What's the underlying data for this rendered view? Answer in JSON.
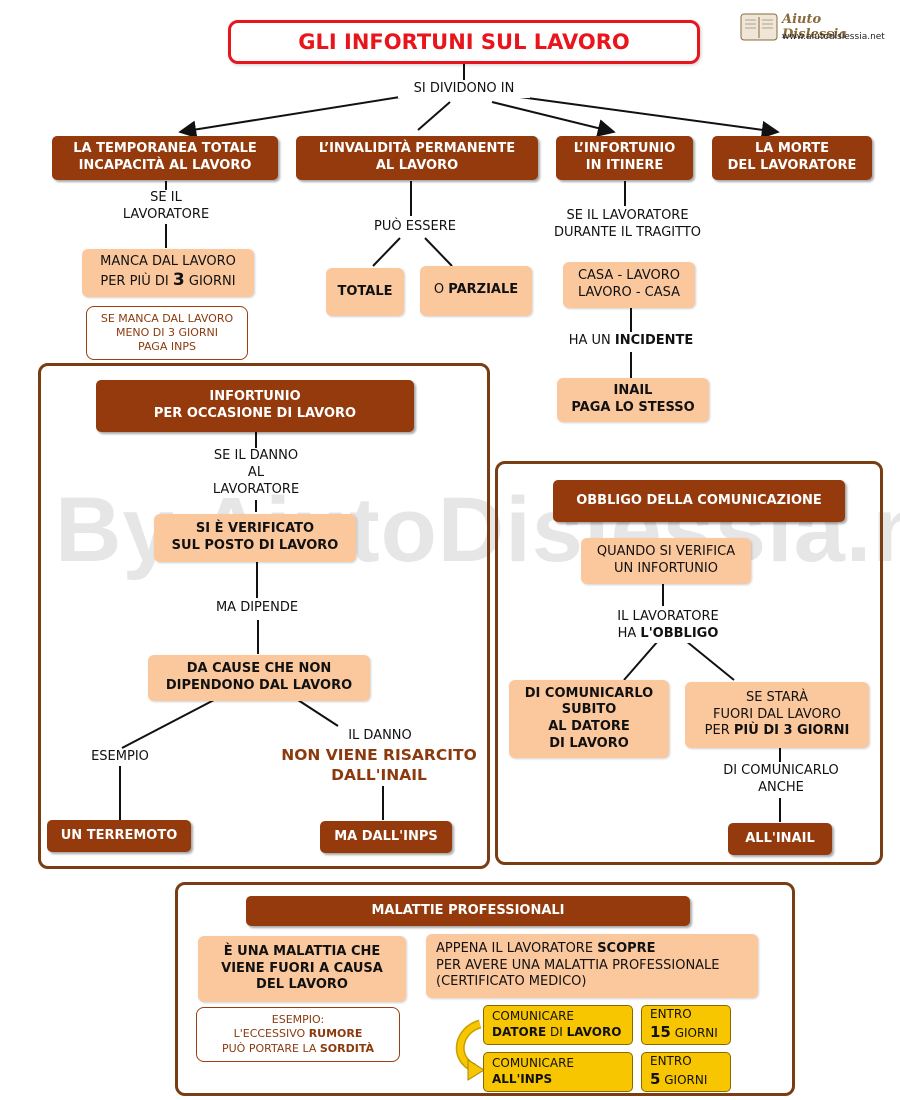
{
  "title": "GLI INFORTUNI SUL LAVORO",
  "logo": {
    "name": "Aiuto Dislessia",
    "url": "www.aiutodislessia.net",
    "icon": "book-icon"
  },
  "watermark": "By AiutoDislessia.net",
  "colors": {
    "dark": "#943a0c",
    "peach": "#fbc89e",
    "title_red": "#e8161c",
    "yellow": "#f7c600",
    "frame": "#7a3c13"
  },
  "top": {
    "divide_label": "SI DIVIDONO IN",
    "cat1": {
      "line1": "LA  TEMPORANEA TOTALE",
      "line2": "INCAPACITÀ AL LAVORO",
      "cond_line1": "SE IL",
      "cond_line2": "LAVORATORE",
      "box_line1": "MANCA DAL LAVORO",
      "box_line2_pre": "PER PIÙ DI ",
      "box_num": "3",
      "box_line2_post": " GIORNI",
      "note_line1": "SE MANCA DAL LAVORO",
      "note_line2": "MENO DI 3 GIORNI",
      "note_line3": "PAGA INPS"
    },
    "cat2": {
      "line1": "L’INVALIDITÀ PERMANENTE",
      "line2": "AL LAVORO",
      "cond": "PUÒ ESSERE",
      "opt1": "TOTALE",
      "opt2_pre": "O ",
      "opt2": "PARZIALE"
    },
    "cat3": {
      "line1": "L’INFORTUNIO",
      "line2": "IN ITINERE",
      "cond_line1": "SE IL LAVORATORE",
      "cond_line2": "DURANTE IL TRAGITTO",
      "route1": "CASA - LAVORO",
      "route2": "LAVORO - CASA",
      "event_pre": "HA UN ",
      "event": "INCIDENTE",
      "pay_line1": "INAIL",
      "pay_line2": "PAGA LO STESSO"
    },
    "cat4": {
      "line1": "LA  MORTE",
      "line2": "DEL LAVORATORE"
    }
  },
  "occasione": {
    "title_line1": "INFORTUNIO",
    "title_line2": "PER  OCCASIONE DI LAVORO",
    "cond_line1": "SE IL DANNO",
    "cond_line2": "AL",
    "cond_line3": "LAVORATORE",
    "where_line1": "SI È VERIFICATO",
    "where_line2": "SUL POSTO DI LAVORO",
    "but": "MA DIPENDE",
    "cause_line1": "DA CAUSE CHE NON",
    "cause_line2": "DIPENDONO DAL LAVORO",
    "example_label": "ESEMPIO",
    "example": "UN TERREMOTO",
    "damage_label": "IL DANNO",
    "damage_line1": "NON VIENE RISARCITO",
    "damage_line2": "DALL'INAIL",
    "inps": "MA DALL'INPS"
  },
  "obbligo": {
    "title": "OBBLIGO DELLA COMUNICAZIONE",
    "when_line1": "QUANDO SI VERIFICA",
    "when_line2": "UN INFORTUNIO",
    "who_line1": "IL LAVORATORE",
    "who_pre": "HA ",
    "who_bold": "L'OBBLIGO",
    "left_line1": "DI COMUNICARLO",
    "left_line2": "SUBITO",
    "left_line3": "AL DATORE",
    "left_line4": "DI LAVORO",
    "right_line1": "SE STARÀ",
    "right_line2": "FUORI DAL LAVORO",
    "right_pre": "PER ",
    "right_bold": "PIÙ DI 3 GIORNI",
    "also_line1": "DI COMUNICARLO",
    "also_line2": "ANCHE",
    "inail": "ALL'INAIL"
  },
  "malattie": {
    "title": "MALATTIE PROFESSIONALI",
    "def_line1": "È UNA MALATTIA CHE",
    "def_line2": "VIENE FUORI A CAUSA",
    "def_line3": "DEL LAVORO",
    "ex_line1": "ESEMPIO:",
    "ex_pre": "L'ECCESSIVO ",
    "ex_bold1": "RUMORE",
    "ex_pre2": "PUÒ PORTARE LA ",
    "ex_bold2": "SORDITÀ",
    "when_pre": "APPENA IL LAVORATORE ",
    "when_bold": "SCOPRE",
    "when_line2": "PER AVERE UNA MALATTIA PROFESSIONALE",
    "when_line3": "(CERTIFICATO MEDICO)",
    "step1_line1": "COMUNICARE",
    "step1_b1": "DATORE",
    "step1_mid": " DI ",
    "step1_b2": "LAVORO",
    "step1_time_line1": "ENTRO",
    "step1_num": "15",
    "step1_time_post": " GIORNI",
    "step2_line1": "COMUNICARE",
    "step2_b": "ALL'INPS",
    "step2_time_line1": "ENTRO",
    "step2_num": "5",
    "step2_time_post": " GIORNI"
  }
}
